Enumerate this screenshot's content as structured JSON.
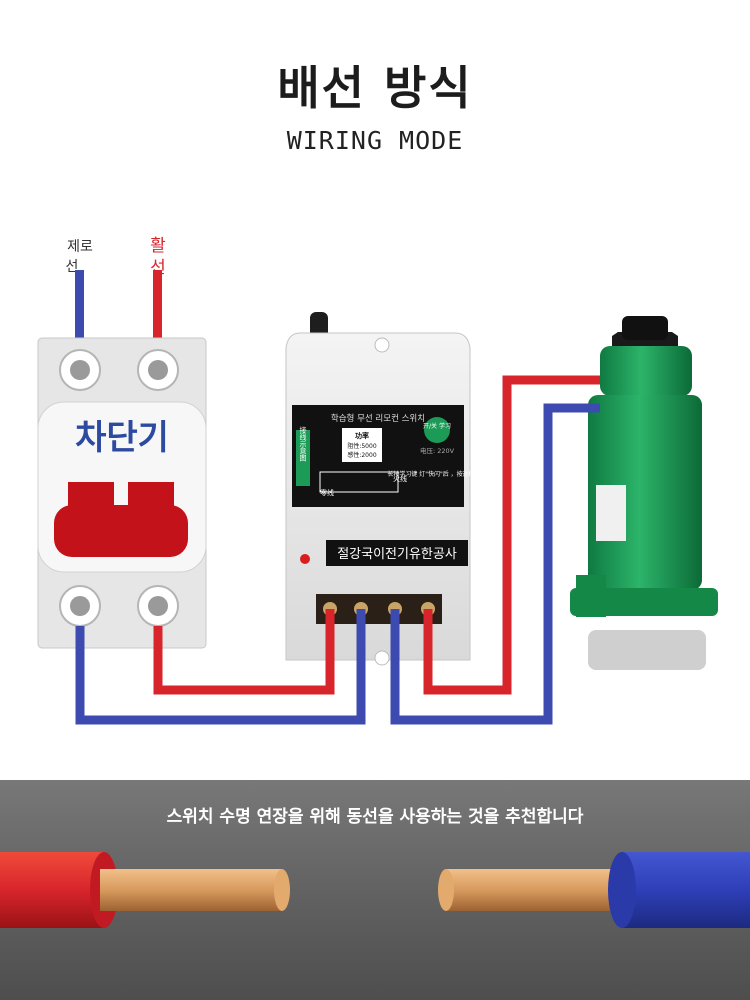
{
  "heading": {
    "title": "배선 방식",
    "subtitle": "WIRING MODE"
  },
  "labels": {
    "neutral": "제로 선",
    "live": "활 선"
  },
  "breaker": {
    "label": "차단기"
  },
  "controller": {
    "top_text": "학습형 무선 리모컨 스위치",
    "side_text": "接线示意图",
    "power_title": "功率",
    "resistive": "阻性:5000",
    "inductive": "感性:2000",
    "live_terminal": "火线",
    "neutral_terminal": "零线",
    "learn_button": "开/关 学习",
    "voltage": "电压: 220V",
    "instructions": "长按学习键 灯\"快闪\"后 ，按遥控学习",
    "company": "절강국이전기유한공사"
  },
  "banner": {
    "text": "스위치 수명 연장을 위해 동선을 사용하는 것을 추천합니다"
  },
  "colors": {
    "live_wire": "#d8252c",
    "neutral_wire": "#3d4bb0",
    "breaker_lever": "#c4121b",
    "pump": "#1c9b57",
    "copper": "#d89a5e"
  }
}
